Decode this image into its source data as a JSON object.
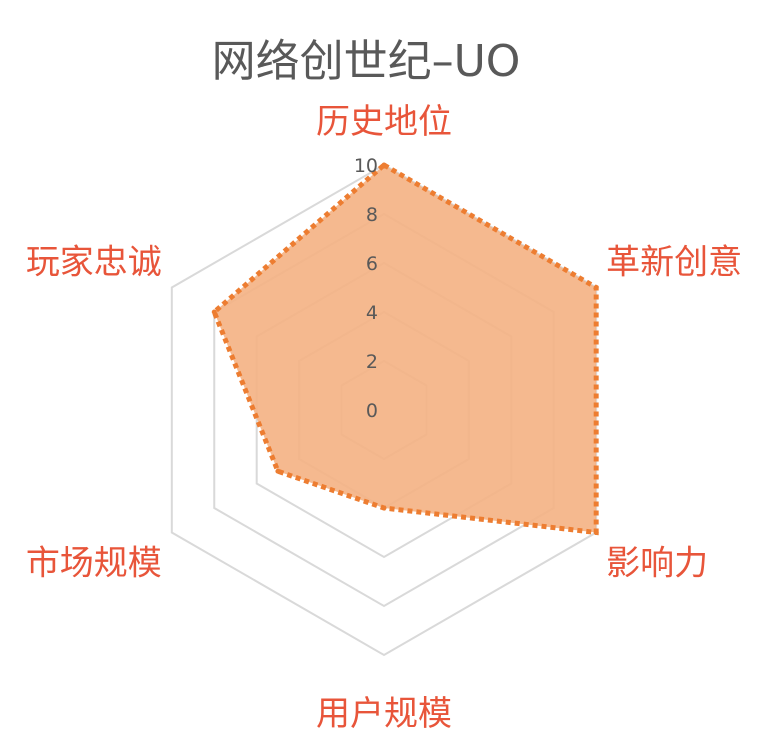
{
  "chart_data": {
    "type": "radar",
    "title": "网络创世纪–UO",
    "categories": [
      "历史地位",
      "革新创意",
      "影响力",
      "用户规模",
      "市场规模",
      "玩家忠诚"
    ],
    "values": [
      10,
      10,
      10,
      4,
      5,
      8
    ],
    "rlim": [
      0,
      10
    ],
    "ticks": [
      0,
      2,
      4,
      6,
      8,
      10
    ],
    "grid": true,
    "legend": "none"
  },
  "colors": {
    "fill": "#f4b183",
    "line": "#ed7d31",
    "grid": "#d9d9d9",
    "category_label": "#e8553a",
    "title": "#595959",
    "tick": "#595959"
  }
}
